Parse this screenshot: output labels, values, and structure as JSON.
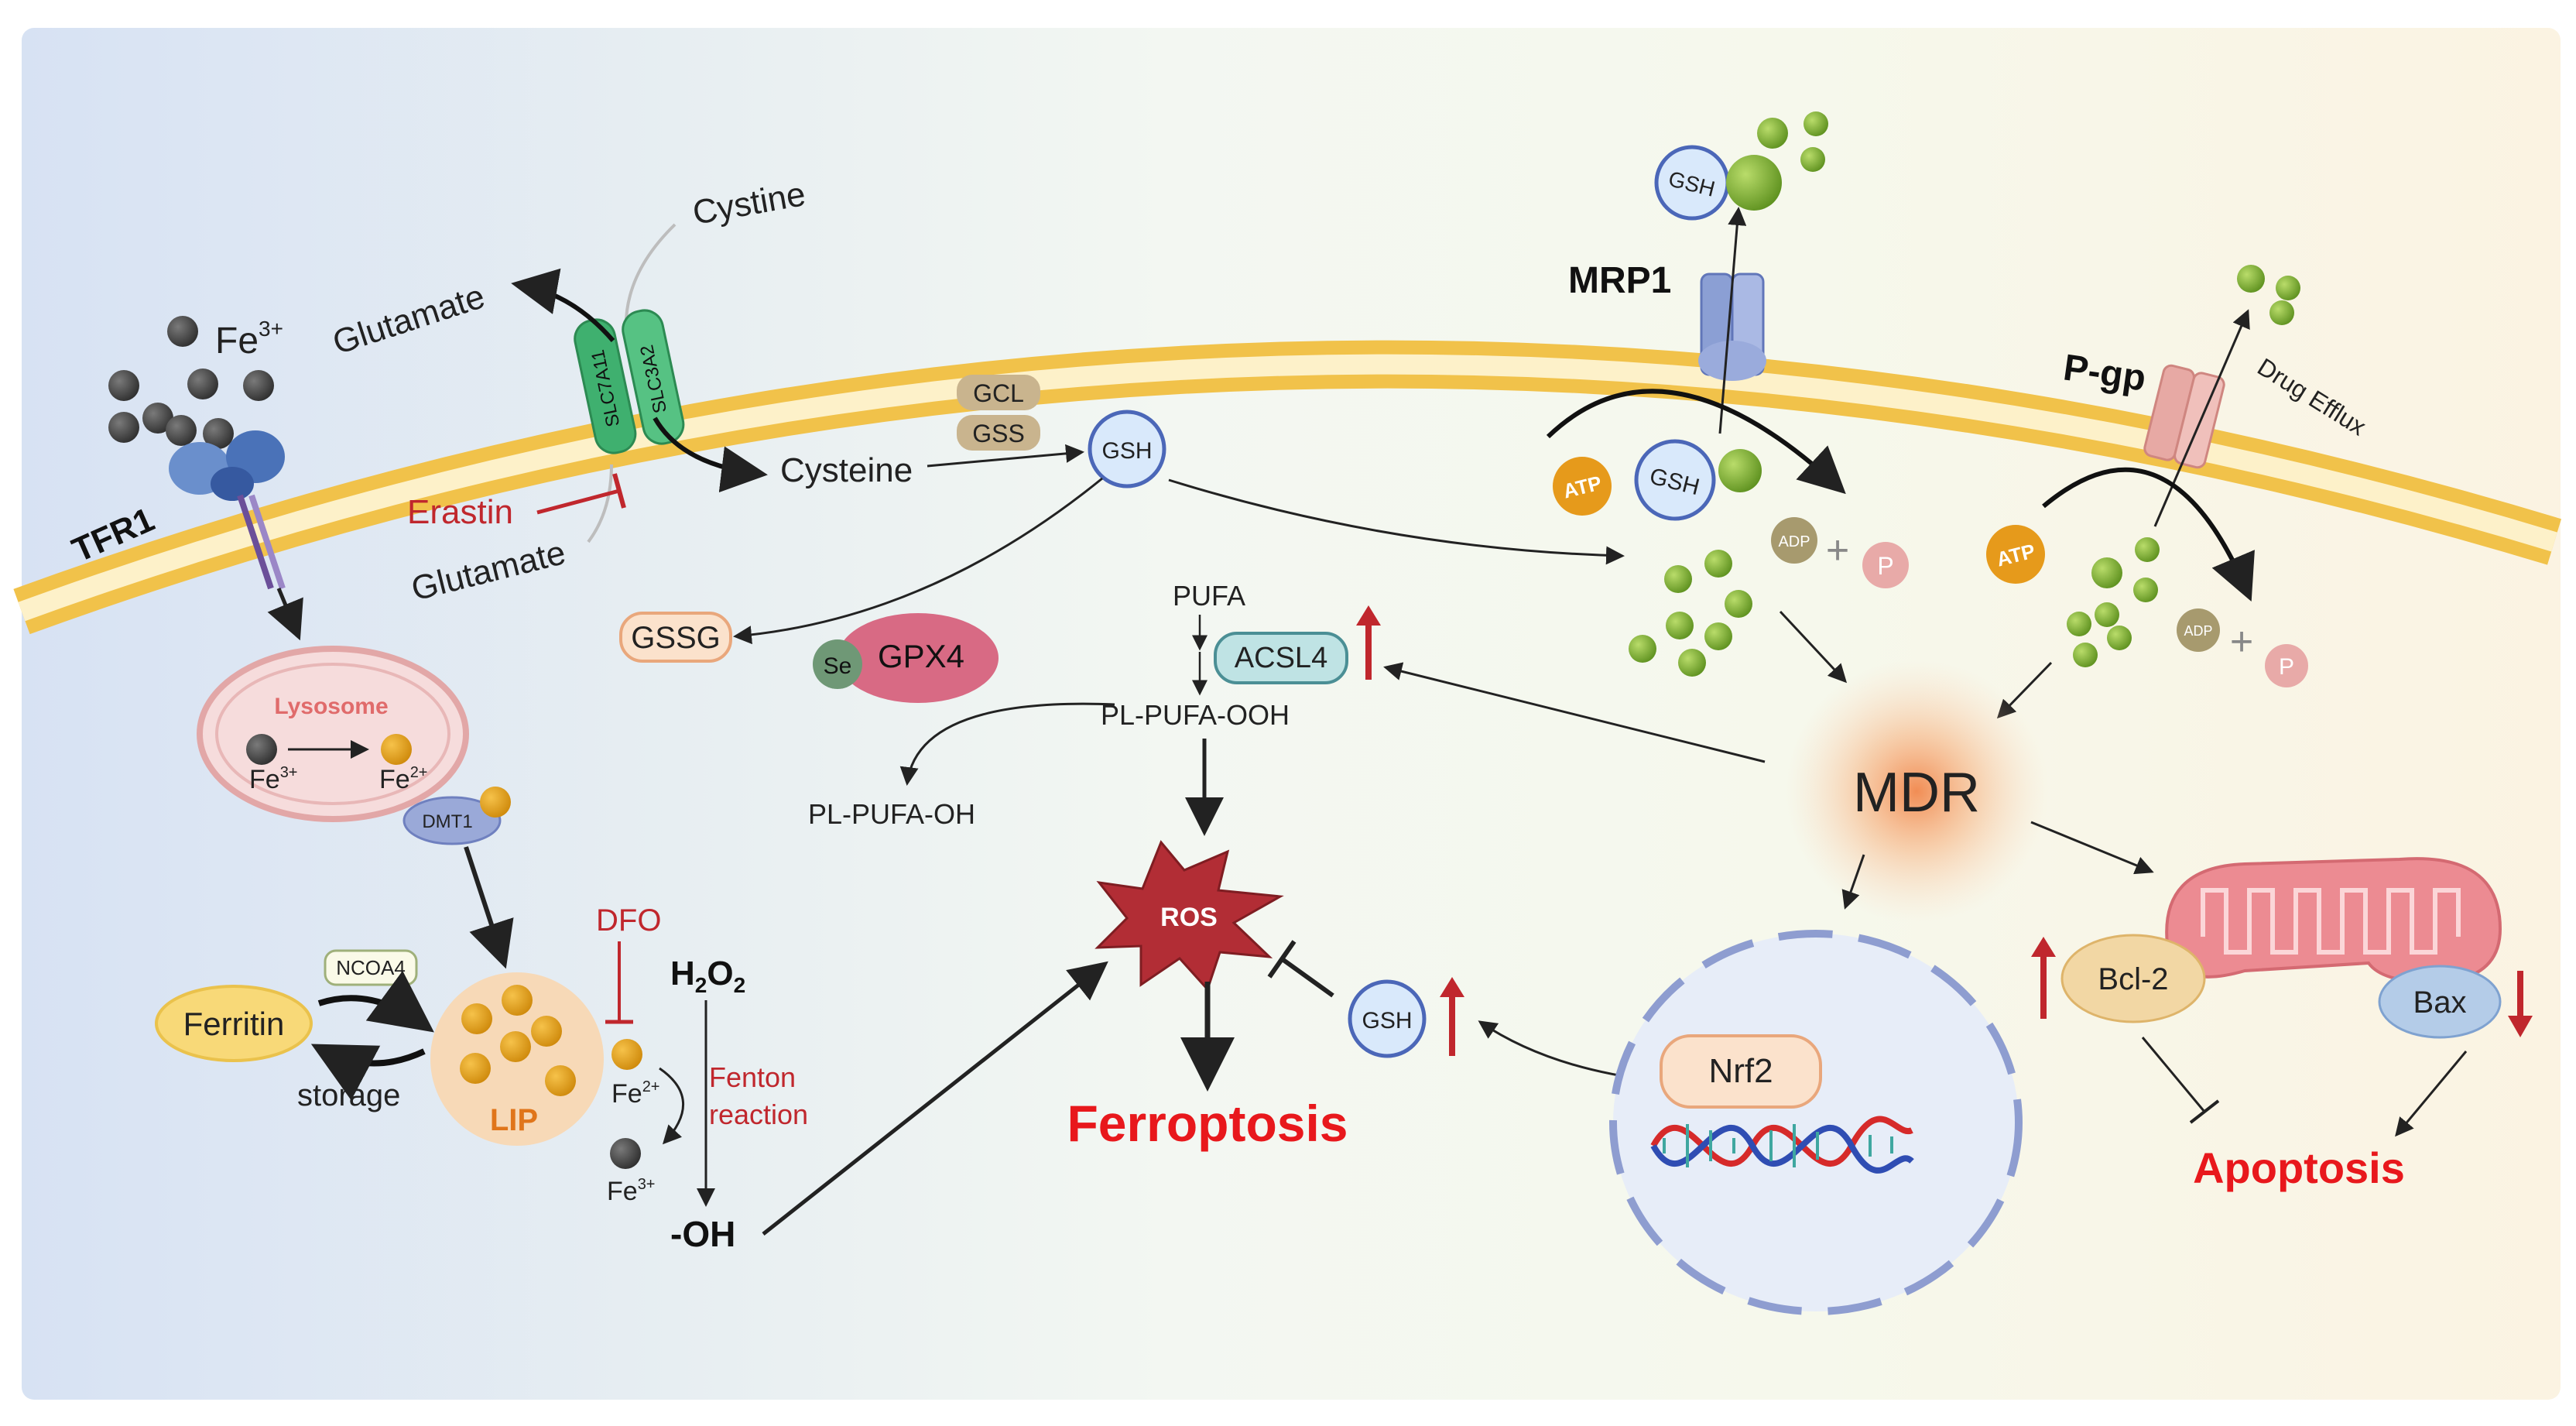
{
  "labels": {
    "fe3_top": "Fe",
    "fe3_top_sup": "3+",
    "tfr1": "TFR1",
    "glutamate_top": "Glutamate",
    "cystine": "Cystine",
    "slc7a11": "SLC7A11",
    "slc3a2": "SLC3A2",
    "erastin": "Erastin",
    "glutamate_bottom": "Glutamate",
    "cysteine": "Cysteine",
    "gcl": "GCL",
    "gss": "GSS",
    "gsh_main": "GSH",
    "lysosome": "Lysosome",
    "lyso_fe3": "Fe",
    "lyso_fe3_sup": "3+",
    "lyso_fe2": "Fe",
    "lyso_fe2_sup": "2+",
    "dmt1": "DMT1",
    "gssg": "GSSG",
    "se": "Se",
    "gpx4": "GPX4",
    "pl_pufa_oh": "PL-PUFA-OH",
    "pufa": "PUFA",
    "acsl4": "ACSL4",
    "pl_pufa_ooh": "PL-PUFA-OOH",
    "ncoa4": "NCOA4",
    "ferritin": "Ferritin",
    "storage": "storage",
    "lip": "LIP",
    "dfo": "DFO",
    "h2o2_h": "H",
    "h2o2_2a": "2",
    "h2o2_o": "O",
    "h2o2_2b": "2",
    "fenton_fe2": "Fe",
    "fenton_fe2_sup": "2+",
    "fenton_fe3": "Fe",
    "fenton_fe3_sup": "3+",
    "fenton_1": "Fenton",
    "fenton_2": "reaction",
    "oh": "-OH",
    "ros": "ROS",
    "ferroptosis": "Ferroptosis",
    "gsh_ros": "GSH",
    "mrp1": "MRP1",
    "gsh_mrp1_top": "GSH",
    "gsh_mrp1_inner": "GSH",
    "atp_mrp1": "ATP",
    "adp_mrp1": "ADP",
    "p_mrp1": "P",
    "pgp": "P-gp",
    "drug_efflux": "Drug  Efflux",
    "atp_pgp": "ATP",
    "adp_pgp": "ADP",
    "p_pgp": "P",
    "plus": "+",
    "mdr": "MDR",
    "nrf2": "Nrf2",
    "bcl2": "Bcl-2",
    "bax": "Bax",
    "apoptosis": "Apoptosis"
  },
  "colors": {
    "membrane": "#f1c24a",
    "membrane_inner": "#fdf1c9",
    "red_text": "#e8181c",
    "dark_red": "#c0272d",
    "fe3": "#4a4a4a",
    "fe2": "#e0a21a",
    "green": "#74a528",
    "ros": "#b22d35",
    "gsh_fill": "#d9e9fb",
    "gsh_stroke": "#4b67b8",
    "atp": "#e69a1b"
  }
}
